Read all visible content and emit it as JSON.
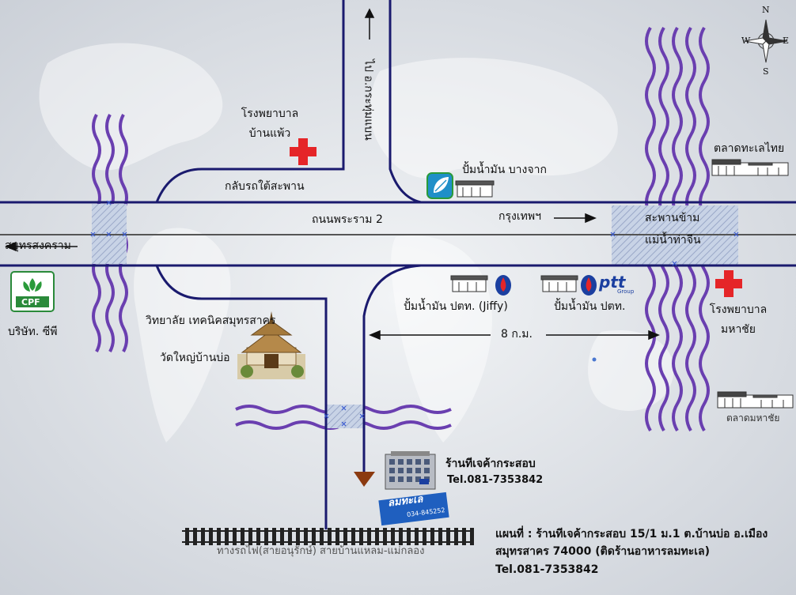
{
  "compass": {
    "n": "N",
    "s": "S",
    "e": "E",
    "w": "W"
  },
  "roads": {
    "main": "ถนนพระราม 2",
    "return_under_bridge": "กลับรถใต้สะพาน",
    "to_samut_songkhram": "สมุทรสงคราม",
    "to_bangkok": "กรุงเทพฯ",
    "to_amphoe_krathum_baen": "ไป อ.กระทุ่มแบน"
  },
  "bridge": {
    "line1": "สะพานข้าม",
    "line2": "แม่น้ำท่าจีน"
  },
  "landmarks": {
    "hospital_ban_phaeo": {
      "line1": "โรงพยาบาล",
      "line2": "บ้านแพ้ว"
    },
    "hospital_mahachai": {
      "line1": "โรงพยาบาล",
      "line2": "มหาชัย"
    },
    "thai_seafood_market": "ตลาดทะเลไทย",
    "mahachai_market": "ตลาดมหาชัย",
    "gas_bangchak": "ปั้มน้ำมัน บางจาก",
    "gas_ptt_jiffy": "ปั้มน้ำมัน ปตท. (Jiffy)",
    "gas_ptt": "ปั้มน้ำมัน ปตท.",
    "cpf_company": "บริษัท. ซีพี",
    "technical_college": "วิทยาลัย เทคนิคสมุทรสาคร",
    "wat_yai_ban_bo": "วัดใหญ่บ้านบ่อ"
  },
  "logos": {
    "cpf": "CPF",
    "ptt": "ptt",
    "ptt_sub": "Group",
    "lamtale": "ลมทะเล",
    "lamtale_sub": "034-845252"
  },
  "distance": "8 ก.ม.",
  "shop": {
    "name": "ร้านทีเจค้ากระสอบ",
    "tel": "Tel.081-7353842"
  },
  "railway": "ทางรถไฟ(สายอนุรักษ์) สายบ้านแหลม-แม่กลอง",
  "footer": {
    "line1": "แผนที่ : ร้านทีเจค้ากระสอบ 15/1 ม.1 ต.บ้านบ่อ อ.เมือง",
    "line2": "สมุทรสาคร 74000 (ติดร้านอาหารลมทะเล)",
    "line3": "Tel.081-7353842"
  },
  "colors": {
    "road": "#1a1a6e",
    "water": "#6a3fb0",
    "hospital": "#e52528",
    "marker": "#8b3a10"
  }
}
